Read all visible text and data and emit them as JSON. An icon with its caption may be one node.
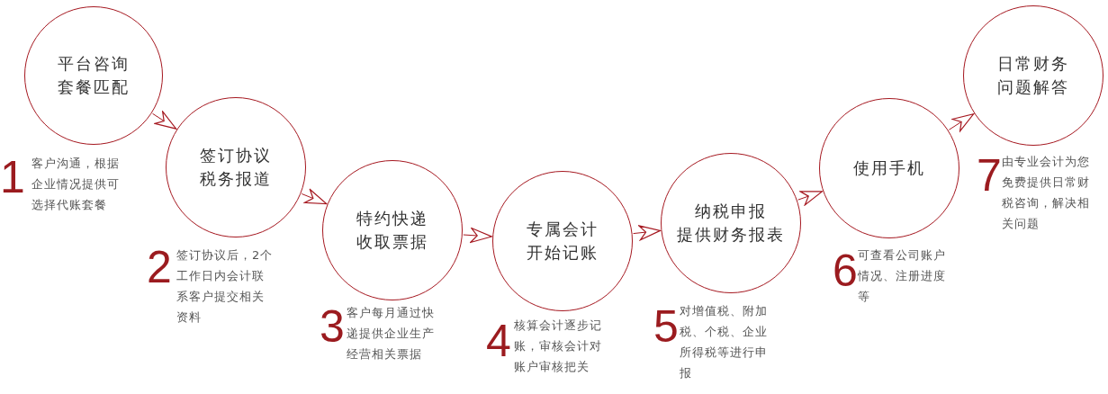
{
  "diagram": {
    "nodes": [
      {
        "text": [
          "平台咨询套餐匹配"
        ],
        "beside": [
          "1",
          "客户沟通，根据企业情况提供可选择代账套餐"
        ]
      },
      {
        "text": [
          "签订协议税务报道"
        ],
        "beside": [
          "2",
          "签订协议后，2个工作日内会计联系客户提交相关资料"
        ]
      },
      {
        "text": [
          "特约快递收取票据"
        ],
        "beside": [
          "3",
          "客户每月通过快递提供企业生产经营相关票据"
        ]
      },
      {
        "text": [
          "专属会计开始记账"
        ],
        "beside": [
          "4",
          "核算会计逐步记账，审核会计对账户审核把关"
        ]
      },
      {
        "text": [
          "纳税申报提供财务报表"
        ],
        "beside": [
          "5",
          "对增值税、附加税、个税、企业所得税等进行申报"
        ]
      },
      {
        "text": [
          "使用手机"
        ],
        "beside": [
          "6",
          "可查看公司账户情况、注册进度等"
        ]
      },
      {
        "text": [
          "日常财务问题解答"
        ],
        "beside": [
          "7",
          "由专业会计为您免费提供日常财税咨询，解决相关问题"
        ]
      }
    ],
    "edges": [
      {
        "from": 0,
        "to": 1,
        "arrow": "to"
      },
      {
        "from": 1,
        "to": 2,
        "arrow": "to"
      },
      {
        "from": 2,
        "to": 3,
        "arrow": "to"
      },
      {
        "from": 3,
        "to": 4,
        "arrow": "to"
      },
      {
        "from": 4,
        "to": 5,
        "arrow": "to"
      },
      {
        "from": 5,
        "to": 6,
        "arrow": "to"
      }
    ]
  }
}
